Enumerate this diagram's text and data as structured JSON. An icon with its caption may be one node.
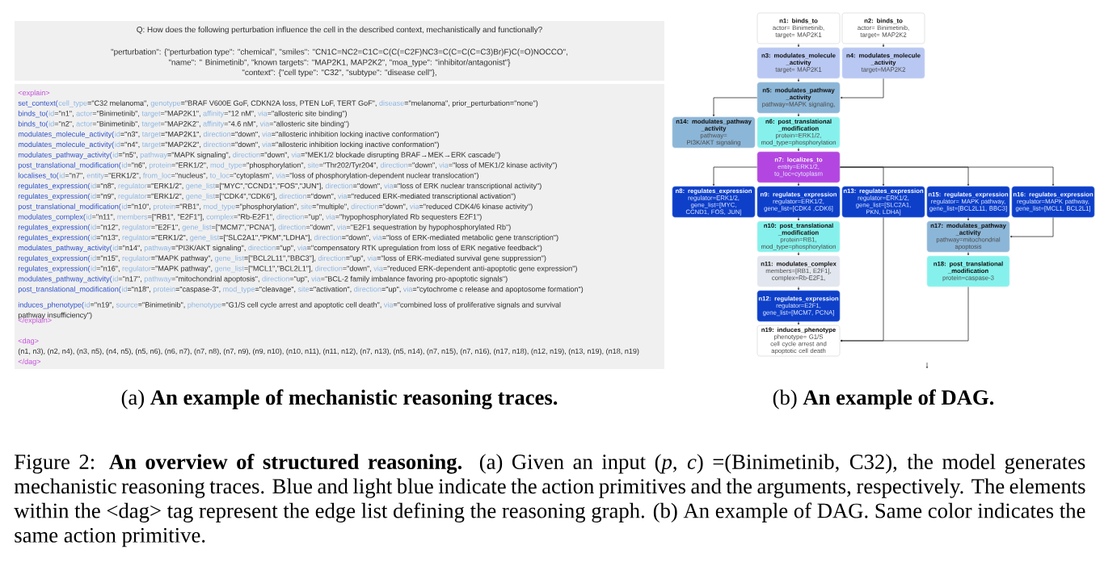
{
  "diagram": {
    "caption": "Figure 2: **An overview of structured reasoning.** (a) Given an input (*p*, *c*) =(Binimetinib, C32), the model generates mechanistic reasoning traces. Blue and light blue indicate the action primitives and the arguments, respectively. The elements within the <dag> tag represent the edge list defining the reasoning graph. (b) An example of DAG. Same color indicates the same action primitive.",
    "nodes": [
      {
        "text": [
          "Q: How does the following perturbation influence the cell in the described context, mechanistically and functionally?",
          "\"perturbation\": {\"perturbation type\": \"chemical\", \"smiles\": \"CN1C=NC2=C1C=C(C(=C2F)NC3=C(C=C(C=C3)Br)F)C(=O)NOCCO\",",
          "\"name\": \" Binimetinib\", \"known targets\": \"MAP2K1, MAP2K2\", \"moa_type\": \"inhibitor/antagonist\"}",
          "\"context\": {\"cell type\": \"C32\", \"subtype\": \"disease cell\"},"
        ]
      },
      {
        "text": [
          "<explain>",
          "set_context(",
          "cell_type",
          "=\"C32 melanoma\",",
          "genotype",
          "=\"BRAF V600E GoF, CDKN2A loss, PTEN LoF, TERT GoF\",",
          "disease",
          "=\"melanoma\", prior_perturbation=\"none\")",
          "binds_to(",
          "id",
          "=\"n1\",",
          "actor",
          "=\"Binimetinib\",",
          "target",
          "=\"MAP2K1\",",
          "affinity",
          "=\"12 nM\",",
          "via",
          "=\"allosteric site binding\")",
          "binds_to(",
          "id",
          "=\"n2\",",
          "actor",
          "=\"Binimetinib\",",
          "target",
          "=\"MAP2K2\",",
          "affinity",
          "=\"4.6 nM\",",
          "via",
          "=\"allosteric site binding\")",
          "modulates_molecule_activity(",
          "id",
          "=\"n3\",",
          "target",
          "=\"MAP2K1\",",
          "direction",
          "=\"down\",",
          "via",
          "=\"allosteric inhibition locking inactive conformation\")",
          "modulates_molecule_activity(",
          "id",
          "=\"n4\",",
          "target",
          "=\"MAP2K2\",",
          "direction",
          "=\"down\",",
          "via",
          "=\"allosteric inhibition locking inactive conformation\")",
          "modulates_pathway_activity(",
          "id",
          "=\"n5\",",
          "pathway",
          "=\"MAPK signaling\",",
          "direction",
          "=\"down\",",
          "via",
          "=\"MEK1/2 blockade disrupting BRAF→MEK→ERK cascade\")",
          "post_translational_modification(",
          "id",
          "=\"n6\",",
          "protein",
          "=\"ERK1/2\",",
          "mod_type",
          "=\"phosphorylation\",",
          "site",
          "=\"Thr202/Tyr204\",",
          "direction",
          "=\"down\",",
          "via",
          "=\"loss of MEK1/2 kinase activity\")",
          "localises_to(",
          "id",
          "=\"n7\",",
          "entity",
          "=\"ERK1/2\",",
          "from_loc",
          "=\"nucleus\",",
          "to_loc",
          "=\"cytoplasm\",",
          "via",
          "=\"loss of phosphorylation-dependent nuclear translocation\")",
          "regulates_expression(",
          "id",
          "=\"n8\",",
          "regulator",
          "=\"ERK1/2\",",
          "gene_list",
          "=[\"MYC\",\"CCND1\",\"FOS\",\"JUN\"],",
          "direction",
          "=\"down\",",
          "via",
          "=\"loss of ERK nuclear transcriptional activity\")",
          "regulates_expression(",
          "id",
          "=\"n9\",",
          "regulator",
          "=\"ERK1/2\",",
          "gene_list",
          "=[\"CDK4\",\"CDK6\"],",
          "direction",
          "=\"down\",",
          "via",
          "=\"reduced ERK-mediated transcriptional activation\")",
          "post_translational_modification(",
          "id",
          "=\"n10\",",
          "protein",
          "=\"RB1\",",
          "mod_type",
          "=\"phosphorylation\",",
          "site",
          "=\"multiple\",",
          "direction",
          "=\"down\",",
          "via",
          "=\"reduced CDK4/6 kinase activity\")",
          "modulates_complex(",
          "id",
          "=\"n11\",",
          "members",
          "=[\"RB1\", \"E2F1\"],",
          "complex",
          "=\"Rb-E2F1\",",
          "direction",
          "=\"up\",",
          "via",
          "=\"hypophosphorylated Rb sequesters E2F1\")",
          "regulates_expression(",
          "id",
          "=\"n12\",",
          "regulator",
          "=\"E2F1\",",
          "gene_list",
          "=[\"MCM7\",\"PCNA\"],",
          "direction",
          "=\"down\",",
          "via",
          "=\"E2F1 sequestration by hypophosphorylated Rb\")",
          "regulates_expression(",
          "id",
          "=\"n13\",",
          "regulator",
          "=\"ERK1/2\",",
          "gene_list",
          "=[\"SLC2A1\",\"PKM\",\"LDHA\"],",
          "direction",
          "=\"down\",",
          "via",
          "=\"loss of ERK-mediated metabolic gene transcription\")",
          "modulates_pathway_activity(",
          "id",
          "=\"n14\",",
          "pathway",
          "=\"PI3K/AKT signaling\",",
          "direction",
          "=\"up\",",
          "via",
          "=\"compensatory RTK upregulation from loss of ERK negative feedback\")",
          "regulates_expression(",
          "id",
          "=\"n15\",",
          "regulator",
          "=\"MAPK pathway\",",
          "gene_list",
          "=[\"BCL2L11\",\"BBC3\"],",
          "direction",
          "=\"up\",",
          "via",
          "=\"loss of ERK-mediated survival gene suppression\")",
          "regulates_expression(",
          "id",
          "=\"n16\",",
          "regulator",
          "=\"MAPK pathway\",",
          "gene_list",
          "=[\"MCL1\",\"BCL2L1\"],",
          "direction",
          "=\"down\",",
          "via",
          "=\"reduced ERK-dependent anti-apoptotic gene expression\")",
          "modulates_pathway_activity(",
          "id",
          "=\"n17\",",
          "pathway",
          "=\"mitochondrial apoptosis\",",
          "direction",
          "=\"up\",",
          "via",
          "=\"BCL-2 family imbalance favoring pro-apoptotic signals\")",
          "post_translational_modification(",
          "id",
          "=\"n18\",",
          "protein",
          "=\"caspase-3\",",
          "mod_type",
          "=\"cleavage\",",
          "site",
          "=\"activation\",",
          "direction",
          "=\"up\",",
          "via",
          "=\"cytochrome c release and apoptosome formation\")",
          "induces_phenotype(",
          "id",
          "=\"n19\",",
          "source",
          "=\"Binimetinib\",",
          "phenotype",
          "=\"G1/S cell cycle arrest and apoptotic cell death\",",
          "via",
          "=\"combined loss of proliferative signals and survival pathway insufficiency\")",
          "</explain>",
          "<dag>",
          "(n1, n3), (n2, n4), (n3, n5), (n4, n5), (n5, n6), (n6, n7), (n7, n8), (n7, n9), (n9, n10), (n10, n11), (n11, n12), (n7, n13), (n5, n14), (n7, n15), (n7, n16), (n17, n18), (n12, n19), (n13, n19), (n18, n19)",
          "</dag>"
        ]
      },
      {
        "text": [
          "n1: binds_to",
          "actor= Binimetinib, target= MAP2K1"
        ]
      },
      {
        "text": [
          "n2: binds_to",
          "actor= Binimetinib, target= MAP2K2"
        ]
      },
      {
        "text": [
          "n3: modulates_molecule _activity",
          "target= MAP2K1"
        ]
      },
      {
        "text": [
          "n4: modulates_molecule _activity",
          "target=MAP2K2"
        ]
      },
      {
        "text": [
          "n5: modulates_pathway _activity",
          "pathway=MAPK signaling,"
        ]
      },
      {
        "text": [
          "n14: modulates_pathway _activity",
          "pathway= PI3K/AKT signaling"
        ]
      },
      {
        "text": [
          "n6: post_translational _modification",
          "protein=ERK1/2, mod_type=phosphorylation"
        ]
      },
      {
        "text": [
          "n7: localizes_to",
          "entity=ERK1/2, to_loc=cytoplasm"
        ]
      },
      {
        "text": [
          "n8: regulates_expression",
          "regulator=ERK1/2, gene_list=[MYC, CCND1, FOS, JUN]"
        ]
      },
      {
        "text": [
          "n9: regulates_expression",
          "regulator=ERK1/2, gene_list=[CDK4 ,CDK6]"
        ]
      },
      {
        "text": [
          "n13: regulates_expression",
          "regulator=ERK1/2, gene_list=[SLC2A1, PKN, LDHA]"
        ]
      },
      {
        "text": [
          "n15: regulates_expression",
          "regulator= MAPK pathway, gene_list=[BCL2L11, BBC3]"
        ]
      },
      {
        "text": [
          "n16: regulates_expression",
          "regulator=MAPK pathway, gene_list=[MCL1, BCL2L1]"
        ]
      },
      {
        "text": [
          "n10: post_translational _modification",
          "protein=RB1, mod_type=phosphorylation"
        ]
      },
      {
        "text": [
          "n17: modulates_pathway _activity",
          "pathway=mitochondrial apoptosis"
        ]
      },
      {
        "text": [
          "n11: modulates_complex",
          "members=[RB1, E2F1], complex=Rb-E2F1,"
        ]
      },
      {
        "text": [
          "n18: post_translational _modification",
          "protein=caspase-3"
        ]
      },
      {
        "text": [
          "n12: regulates_expression",
          "regulator=E2F1, gene_list=[MCM7, PCNA]"
        ]
      },
      {
        "text": [
          "n19: induces_phenotype",
          "phenotype= G1/S cell cycle arrest and apoptotic cell death"
        ]
      }
    ],
    "edges": [
      {
        "from": 2,
        "to": 4,
        "arrow": "to"
      },
      {
        "from": 3,
        "to": 5,
        "arrow": "to"
      },
      {
        "from": 4,
        "to": 6,
        "arrow": "to"
      },
      {
        "from": 5,
        "to": 6,
        "arrow": "to"
      },
      {
        "from": 6,
        "to": 8,
        "arrow": "to"
      },
      {
        "from": 8,
        "to": 9,
        "arrow": "to"
      },
      {
        "from": 9,
        "to": 10,
        "arrow": "to"
      },
      {
        "from": 9,
        "to": 11,
        "arrow": "to"
      },
      {
        "from": 11,
        "to": 15,
        "arrow": "to"
      },
      {
        "from": 15,
        "to": 17,
        "arrow": "to"
      },
      {
        "from": 17,
        "to": 19,
        "arrow": "to"
      },
      {
        "from": 9,
        "to": 12,
        "arrow": "to"
      },
      {
        "from": 6,
        "to": 7,
        "arrow": "to"
      },
      {
        "from": 9,
        "to": 13,
        "arrow": "to"
      },
      {
        "from": 9,
        "to": 14,
        "arrow": "to"
      },
      {
        "from": 16,
        "to": 18,
        "arrow": "to"
      },
      {
        "from": 19,
        "to": 20,
        "arrow": "to"
      },
      {
        "from": 12,
        "to": 20,
        "arrow": "to"
      },
      {
        "from": 18,
        "to": 20,
        "arrow": "to"
      },
      {
        "from": 13,
        "to": 16,
        "arrow": "to"
      },
      {
        "from": 14,
        "to": 16,
        "arrow": "to"
      }
    ],
    "labels": [
      "(a) **An example of mechanistic reasoning traces.**",
      "(b) **An example of DAG.**"
    ]
  }
}
